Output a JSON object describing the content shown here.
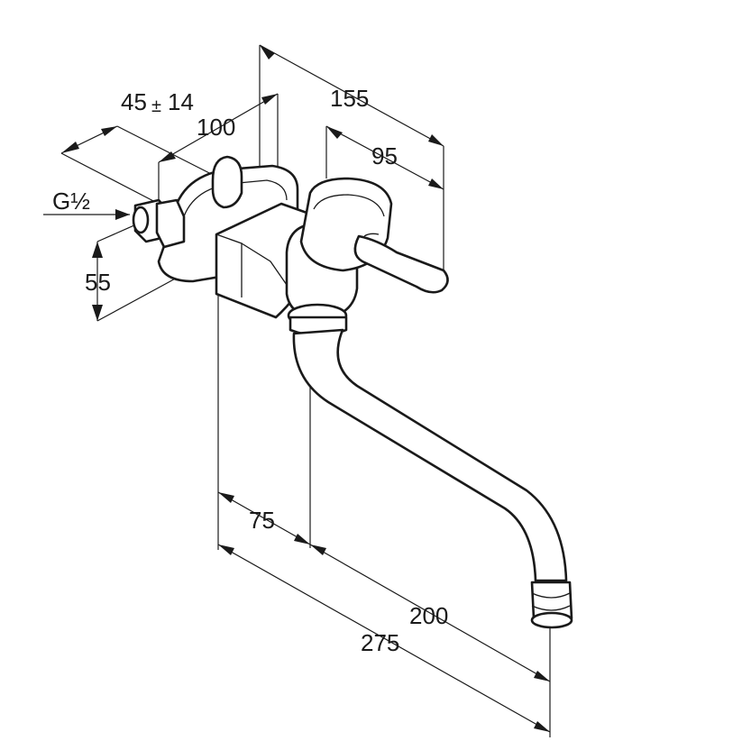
{
  "diagram": {
    "dimensions": {
      "d_45": "45",
      "d_14": "14",
      "d_pm": "±",
      "d_100": "100",
      "d_155": "155",
      "d_95": "95",
      "d_g": "G½",
      "d_55": "55",
      "d_75": "75",
      "d_200": "200",
      "d_275": "275"
    },
    "colors": {
      "line": "#1a1a1a",
      "background": "#ffffff"
    }
  }
}
